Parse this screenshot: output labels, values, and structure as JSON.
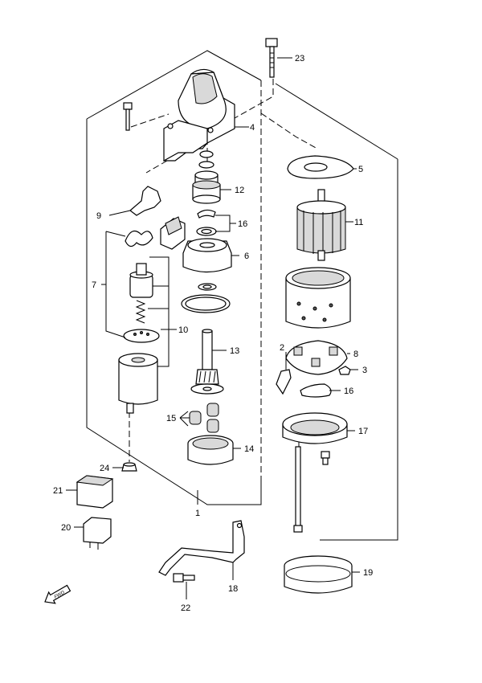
{
  "diagram": {
    "labels": {
      "p1": "1",
      "p2": "2",
      "p3": "3",
      "p4": "4",
      "p5": "5",
      "p6": "6",
      "p7": "7",
      "p8": "8",
      "p9": "9",
      "p10": "10",
      "p11": "11",
      "p12": "12",
      "p13": "13",
      "p14": "14",
      "p15": "15",
      "p16a": "16",
      "p16b": "16",
      "p17": "17",
      "p18": "18",
      "p19": "19",
      "p20": "20",
      "p21": "21",
      "p22": "22",
      "p23": "23",
      "p24": "24"
    },
    "direction_arrow": "FWD"
  }
}
